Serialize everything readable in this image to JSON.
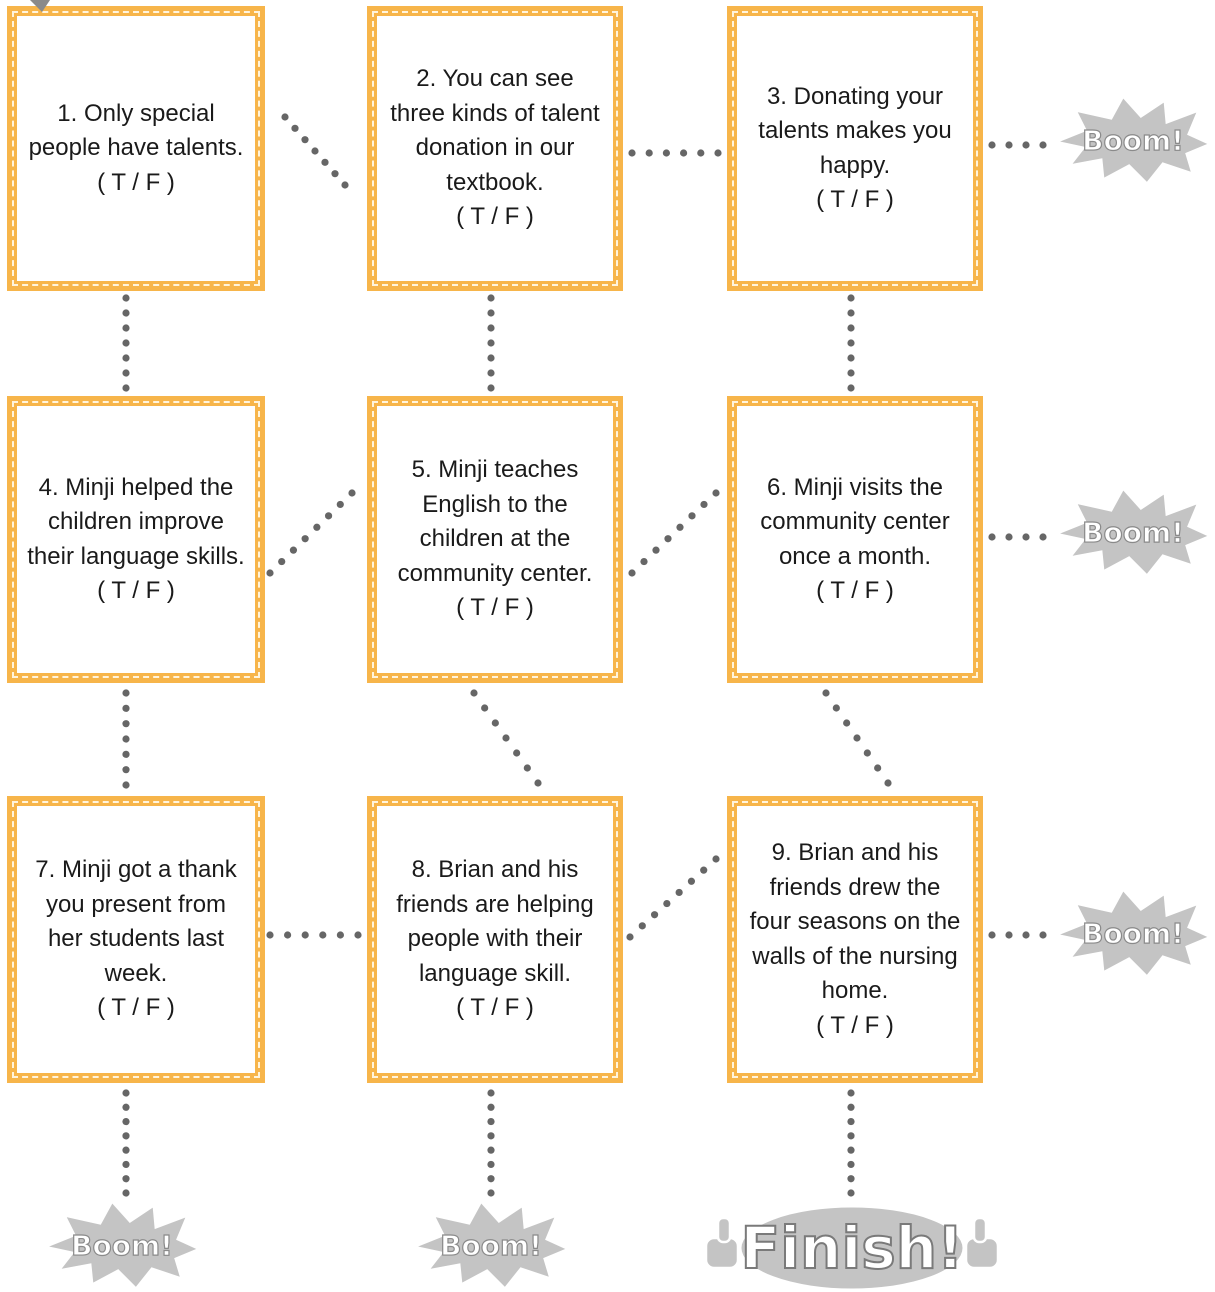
{
  "cards": [
    {
      "text": "1. Only special people have talents.",
      "tf": "( T / F )"
    },
    {
      "text": "2. You can see three kinds of talent donation in our textbook.",
      "tf": "( T / F )"
    },
    {
      "text": "3. Donating your talents makes you happy.",
      "tf": "( T / F )"
    },
    {
      "text": "4. Minji helped the children improve their language skills.",
      "tf": "( T / F )"
    },
    {
      "text": "5. Minji teaches English to the children at the community center.",
      "tf": "( T / F )"
    },
    {
      "text": "6. Minji visits the community center once a month.",
      "tf": "( T / F )"
    },
    {
      "text": "7. Minji got a thank you present from her students last week.",
      "tf": "( T / F )"
    },
    {
      "text": "8. Brian and his friends are helping people with their language skill.",
      "tf": "( T / F )"
    },
    {
      "text": "9. Brian and his friends drew the four seasons on the walls of the nursing home.",
      "tf": "( T / F )"
    }
  ],
  "boom_label": "Boom!",
  "finish_label": "Finish!",
  "colors": {
    "card_border": "#f7b54a",
    "dots": "#666666",
    "burst": "#c4c4c4",
    "burst_text": "#ffffff"
  }
}
